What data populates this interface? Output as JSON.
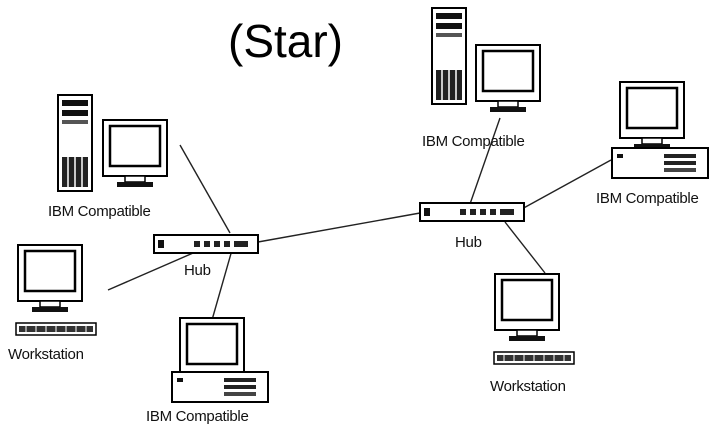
{
  "title": "(Star)",
  "labels": {
    "tower_left": "IBM Compatible",
    "tower_top": "IBM Compatible",
    "desktop_right": "IBM Compatible",
    "desktop_bottom": "IBM Compatible",
    "workstation_left": "Workstation",
    "workstation_right": "Workstation",
    "hub_left": "Hub",
    "hub_right": "Hub"
  }
}
